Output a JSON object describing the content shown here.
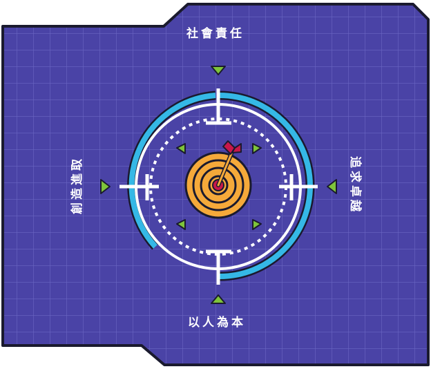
{
  "labels": {
    "top": "社會責任",
    "left": "創造進取",
    "right": "追求卓越",
    "bottom": "以人為本"
  },
  "colors": {
    "panel": "#4a43a6",
    "grid": "#6a66c2",
    "outline": "#1a1a2e",
    "ring_accent": "#35b8e6",
    "ring_line": "#ffffff",
    "target": "#f5a93a",
    "bullseye": "#c8174a",
    "arrow": "#c8174a",
    "marker": "#7ec43a"
  },
  "icons": {
    "target": "bullseye-target-icon",
    "arrow": "dart-arrow-icon",
    "pointer": "triangle-pointer-icon"
  }
}
